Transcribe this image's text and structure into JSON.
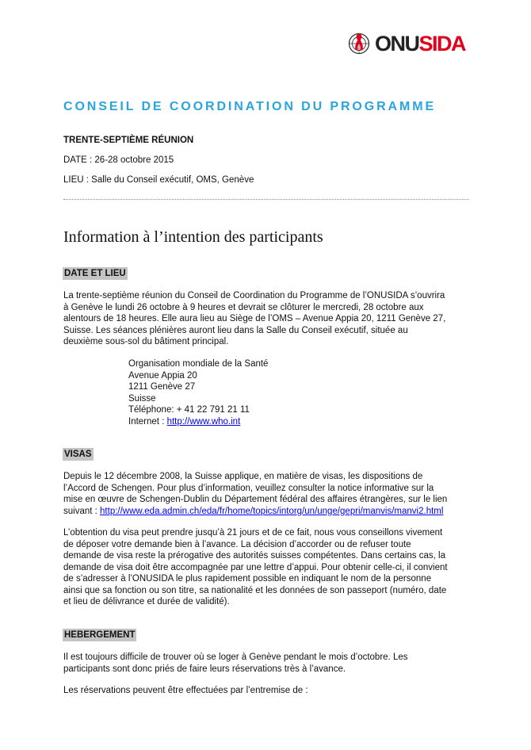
{
  "logo": {
    "prefix": "ONU",
    "suffix": "SIDA",
    "brand_color": "#e2001a"
  },
  "header": {
    "council": "CONSEIL DE COORDINATION DU PROGRAMME",
    "meeting": "TRENTE-SEPTIÈME RÉUNION",
    "date": "DATE : 26-28 octobre 2015",
    "lieu": "LIEU : Salle du Conseil exécutif, OMS, Genève"
  },
  "title": "Information à l’intention des participants",
  "sections": {
    "date_lieu": {
      "heading": "DATE ET LIEU",
      "lines": [
        "La trente-septième réunion du Conseil de Coordination du Programme de l’ONUSIDA s’ouvrira",
        "à Genève le lundi 26 octobre à 9 heures et devrait se clôturer le mercredi, 28 octobre aux",
        "alentours de 18 heures. Elle aura lieu au Siège de l’OMS – Avenue Appia 20, 1211 Genève 27,",
        "Suisse.  Les séances plénières auront lieu dans la Salle du Conseil exécutif, située au",
        "deuxième sous-sol du bâtiment principal."
      ],
      "address": {
        "lines": [
          "Organisation mondiale de la Santé",
          "Avenue Appia 20",
          "1211 Genève 27",
          "Suisse",
          "Téléphone: + 41 22 791 21 11"
        ],
        "internet_label": "Internet : ",
        "internet_url": "http://www.who.int"
      }
    },
    "visas": {
      "heading": "VISAS",
      "para1_lines": [
        "Depuis le 12 décembre 2008, la Suisse applique, en matière de visas, les dispositions de",
        "l’Accord de Schengen. Pour plus d’information, veuillez consulter la notice informative sur la",
        "mise en œuvre de Schengen-Dublin du Département fédéral des affaires étrangères, sur le lien"
      ],
      "link_prefix": "suivant : ",
      "link_url": "http://www.eda.admin.ch/eda/fr/home/topics/intorg/un/unge/gepri/manvis/manvi2.html",
      "para2_lines": [
        "L’obtention du visa peut prendre jusqu’à 21 jours et de ce fait, nous vous conseillons vivement",
        "de déposer votre demande bien à l’avance.  La décision d’accorder ou de refuser toute",
        "demande de visa reste la prérogative des autorités suisses compétentes.  Dans certains cas, la",
        "demande de visa doit être accompagnée par une lettre d’appui.  Pour obtenir celle-ci, il convient",
        "de s’adresser à l’ONUSIDA le plus rapidement possible en indiquant le nom de la personne",
        "ainsi que sa fonction ou son titre, sa nationalité et les données de son passeport (numéro, date",
        "et lieu de délivrance et durée de validité)."
      ]
    },
    "hebergement": {
      "heading": "HEBERGEMENT",
      "para1_lines": [
        "Il est toujours difficile de trouver où se loger à Genève pendant le mois d’octobre.  Les",
        "participants sont donc priés de faire leurs réservations très à l’avance."
      ],
      "para2_lines": [
        "Les réservations peuvent être effectuées par l’entremise de :"
      ]
    }
  }
}
